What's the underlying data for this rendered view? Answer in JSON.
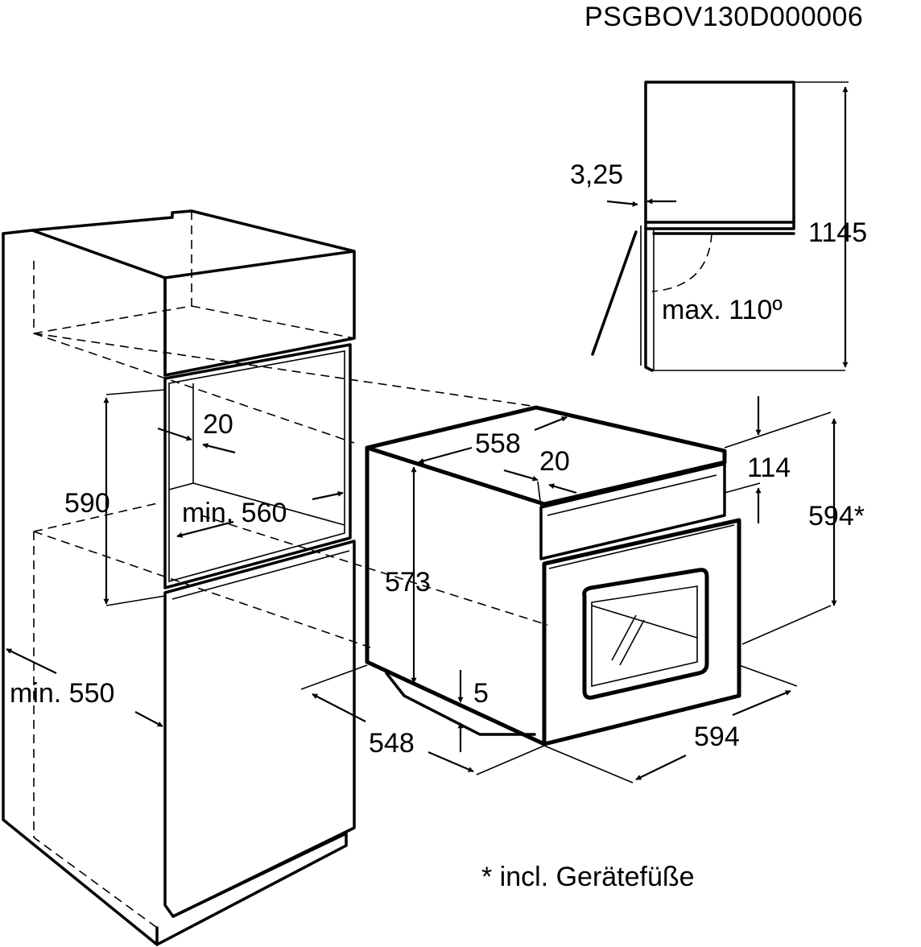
{
  "document_code": "PSGBOV130D000006",
  "footnote": "* incl. Gerätefüße",
  "dimensions": {
    "door_gap": "3,25",
    "total_height": "1145",
    "door_angle": "max. 110º",
    "niche_side_gap": "20",
    "niche_height": "590",
    "niche_width": "min. 560",
    "cabinet_depth": "min. 550",
    "oven_top_depth": "558",
    "oven_top_gap": "20",
    "panel_height": "114",
    "oven_height_incl_feet": "594*",
    "oven_body_height": "573",
    "feet_height": "5",
    "oven_depth": "548",
    "oven_width": "594"
  }
}
